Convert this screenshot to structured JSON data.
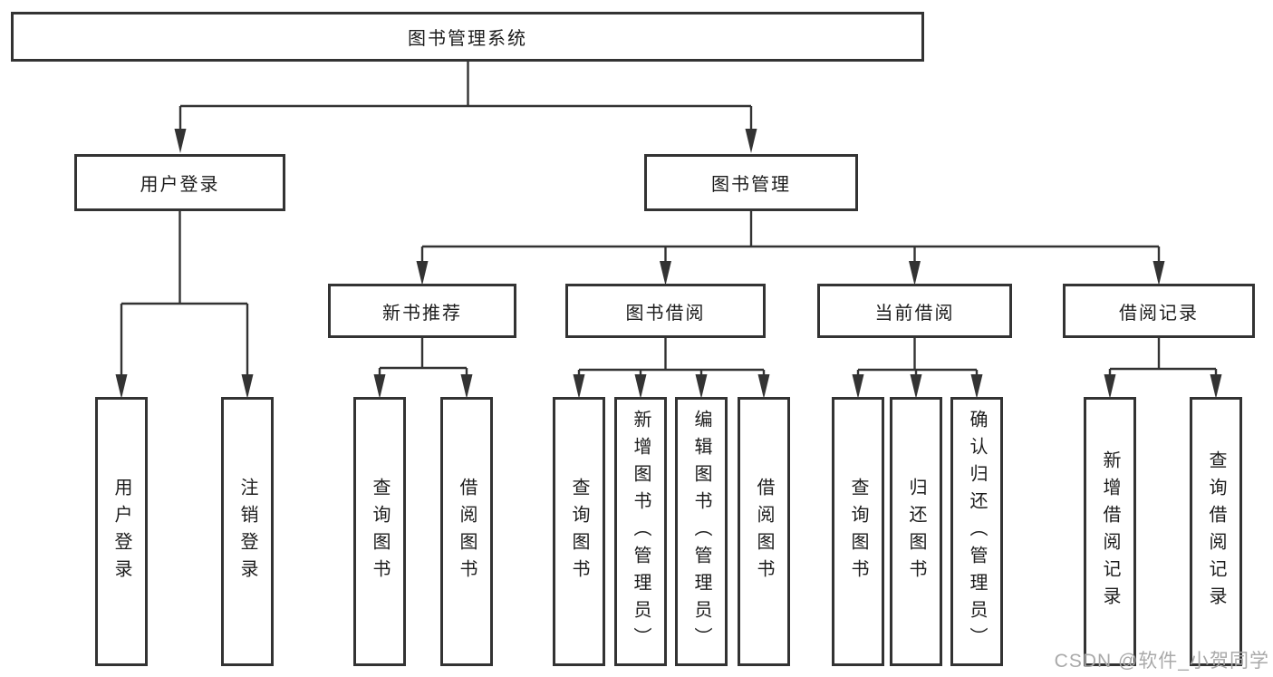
{
  "tree": {
    "label": "图书管理系统",
    "children": [
      {
        "label": "用户登录",
        "children": [
          {
            "label": "用户登录"
          },
          {
            "label": "注销登录"
          }
        ]
      },
      {
        "label": "图书管理",
        "children": [
          {
            "label": "新书推荐",
            "children": [
              {
                "label": "查询图书"
              },
              {
                "label": "借阅图书"
              }
            ]
          },
          {
            "label": "图书借阅",
            "children": [
              {
                "label": "查询图书"
              },
              {
                "label": "新增图书（管理员）"
              },
              {
                "label": "编辑图书（管理员）"
              },
              {
                "label": "借阅图书"
              }
            ]
          },
          {
            "label": "当前借阅",
            "children": [
              {
                "label": "查询图书"
              },
              {
                "label": "归还图书"
              },
              {
                "label": "确认归还（管理员）"
              }
            ]
          },
          {
            "label": "借阅记录",
            "children": [
              {
                "label": "新增借阅记录"
              },
              {
                "label": "查询借阅记录"
              }
            ]
          }
        ]
      }
    ]
  },
  "watermark": {
    "text": "CSDN @软件_小贺同学"
  },
  "colors": {
    "line": "#333333",
    "box_border": "#333333",
    "text": "#1c1c1c",
    "watermark": "#a9a9a9",
    "background": "#ffffff"
  }
}
